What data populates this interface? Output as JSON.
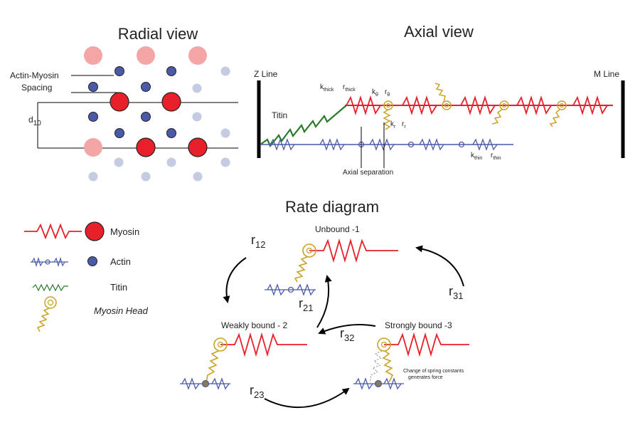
{
  "titles": {
    "radial": "Radial view",
    "axial": "Axial view",
    "rate": "Rate diagram"
  },
  "radial": {
    "spacing_label_1": "Actin-Myosin",
    "spacing_label_2": "Spacing",
    "d_label": "d",
    "d_sub": "10"
  },
  "axial": {
    "z_line": "Z Line",
    "m_line": "M Line",
    "titin": "Titin",
    "k_thick": "k",
    "k_thick_sub": "thick",
    "r_thick": "r",
    "r_thick_sub": "thick",
    "k_theta": "k",
    "k_theta_sub": "θ",
    "r_theta": "r",
    "r_theta_sub": "θ",
    "k_r": "k",
    "k_r_sub": "r",
    "r_r": "r",
    "r_r_sub": "r",
    "k_thin": "k",
    "k_thin_sub": "thin",
    "r_thin": "r",
    "r_thin_sub": "thin",
    "axial_separation": "Axial separation"
  },
  "legend": {
    "myosin": "Myosin",
    "actin": "Actin",
    "titin": "Titin",
    "myosin_head": "Myosin Head"
  },
  "rate": {
    "state1": "Unbound -1",
    "state2": "Weakly bound - 2",
    "state3": "Strongly bound -3",
    "r12": "r",
    "r12_sub": "12",
    "r21": "r",
    "r21_sub": "21",
    "r23": "r",
    "r23_sub": "23",
    "r31": "r",
    "r31_sub": "31",
    "r32": "r",
    "r32_sub": "32",
    "note1": "Change of spring constants",
    "note2": "generates force"
  },
  "colors": {
    "myosin": "#e8202a",
    "myosin_faded": "#f4a6a6",
    "actin": "#4a5aa8",
    "actin_faded": "#c4cbe2",
    "titin": "#2a7a2a",
    "head": "#c9a227",
    "line": "#000000"
  }
}
